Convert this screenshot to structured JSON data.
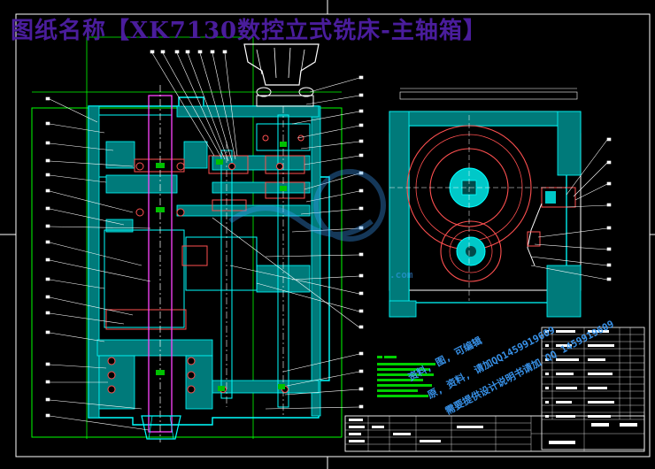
{
  "title": "图纸名称【XK7130数控立式铣床-主轴箱】",
  "watermark": {
    "lines": [
      "资料, 图, 可编辑",
      "原, 资料, 请加QQ1459919609",
      "需要提供设计说明书请加 QQ 1459919609"
    ],
    "site": ".com"
  },
  "colors": {
    "background": "#000000",
    "frame": "#ffffff",
    "outline": "#00ffff",
    "hatch": "#00c8c8",
    "gear": "#ff5050",
    "shaft": "#ff44ff",
    "centerline": "#ffffff",
    "leader": "#ffffff",
    "title_color": "#4a1d9c",
    "watermark_color": "#3ea0ff",
    "notes": "#00ff00"
  },
  "icons": {
    "handwheel": "handwheel-icon",
    "spindle": "spindle-icon"
  }
}
